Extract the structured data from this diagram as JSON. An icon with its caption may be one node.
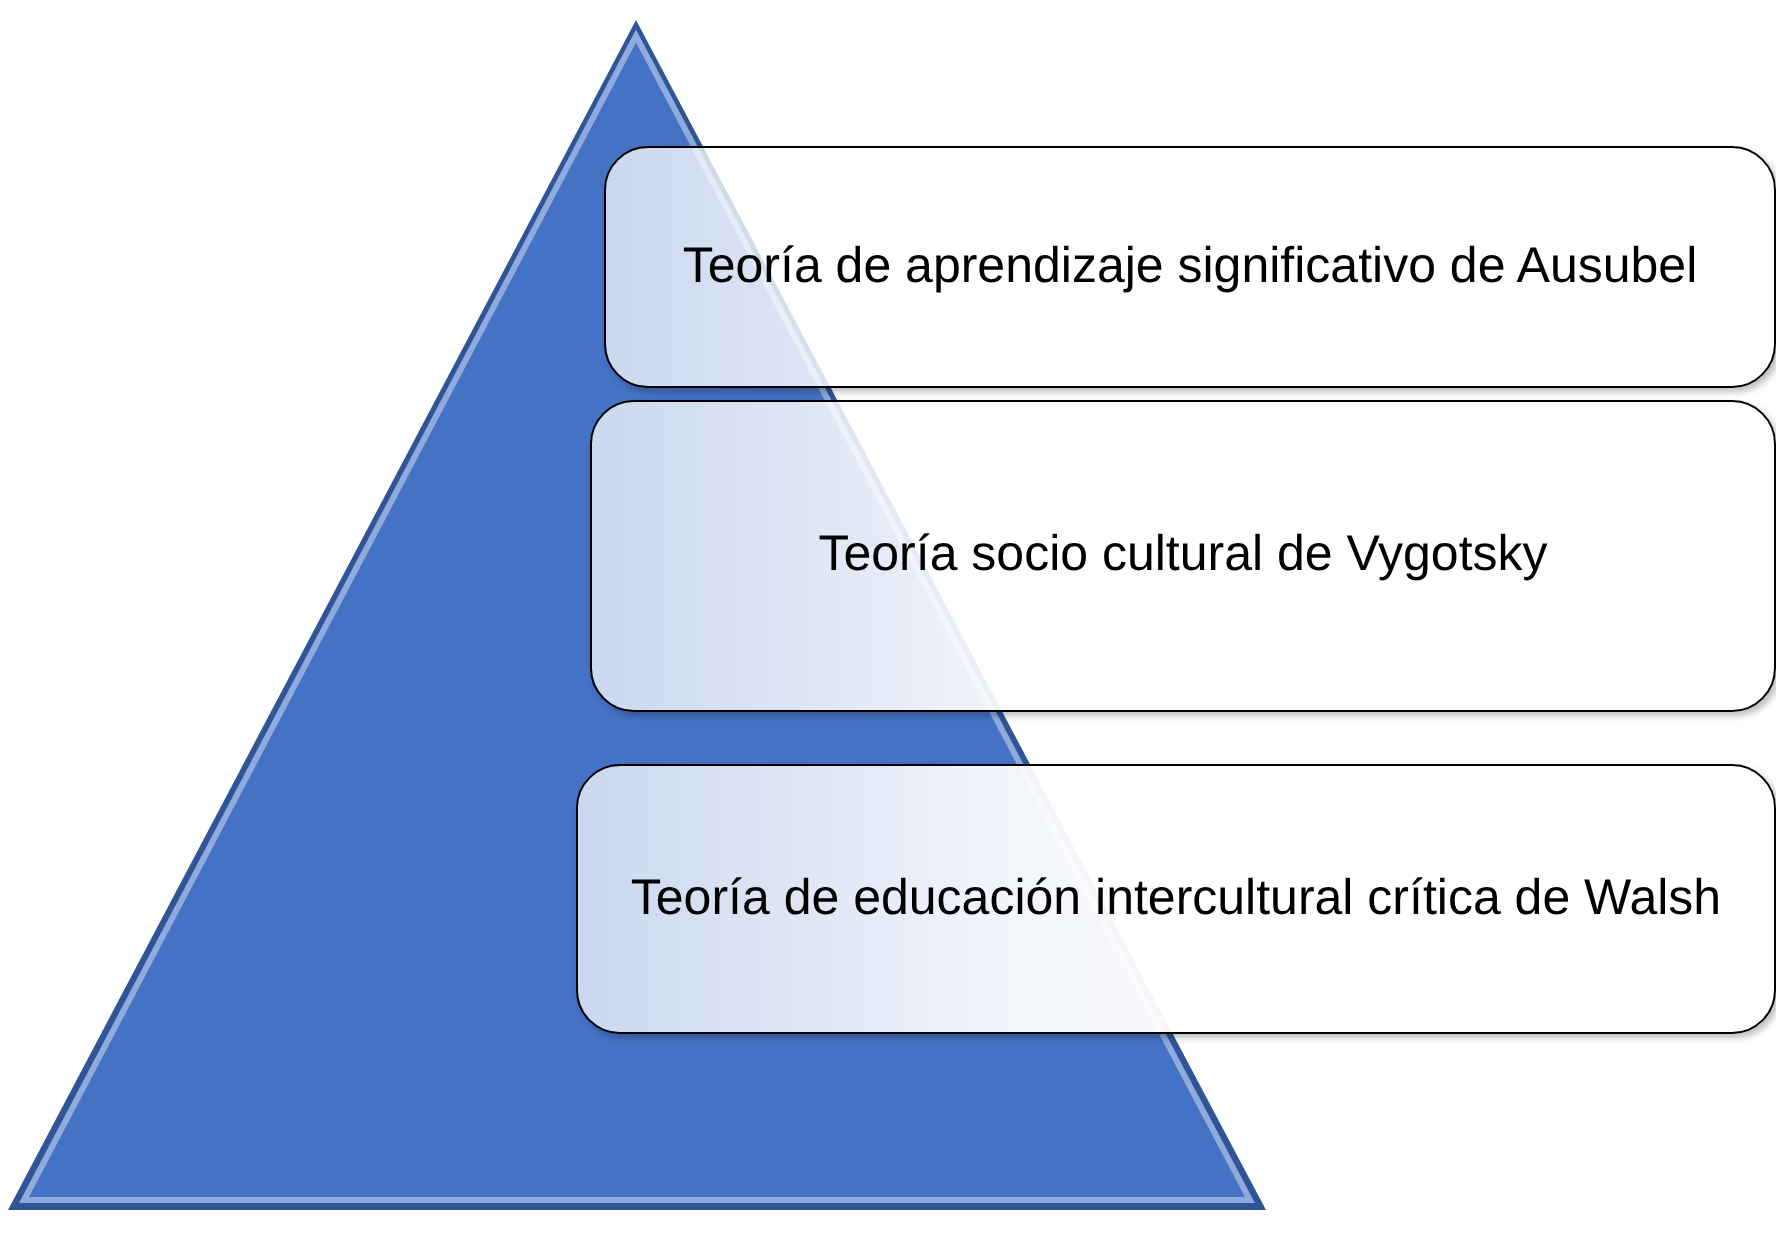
{
  "diagram": {
    "nodes": [
      {
        "text": [
          "Teoría de aprendizaje significativo de Ausubel"
        ]
      },
      {
        "text": [
          "Teoría socio cultural de Vygotsky"
        ]
      },
      {
        "text": [
          "Teoría de educación intercultural crítica de Walsh"
        ]
      }
    ]
  }
}
